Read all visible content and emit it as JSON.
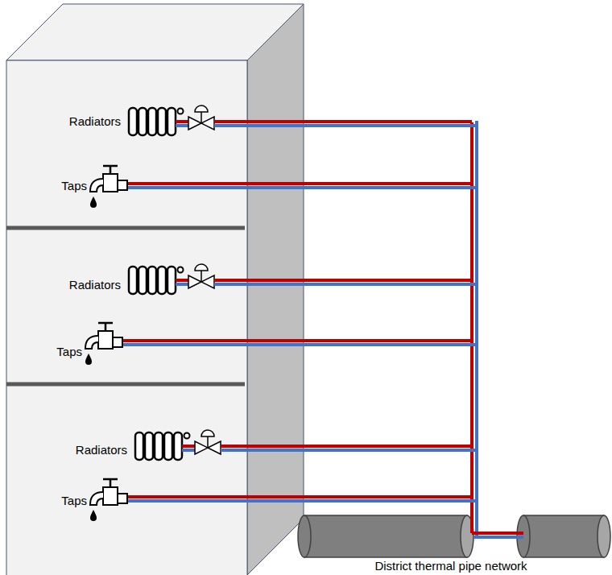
{
  "diagram": {
    "labels": [
      "Radiators",
      "Taps",
      "Radiators",
      "Taps",
      "Radiators",
      "Taps",
      "District thermal pipe network"
    ]
  }
}
